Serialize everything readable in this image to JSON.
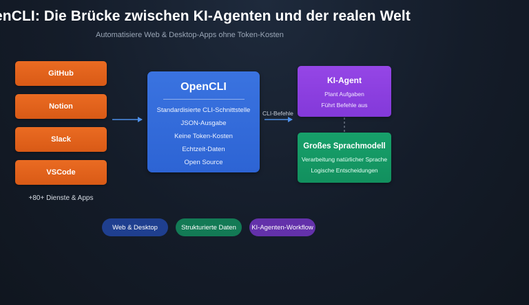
{
  "header": {
    "title": "enCLI: Die Brücke zwischen KI-Agenten und der realen Welt",
    "subtitle": "Automatisiere Web & Desktop-Apps ohne Token-Kosten"
  },
  "services": {
    "items": [
      "GitHub",
      "Notion",
      "Slack",
      "VSCode"
    ],
    "note": "+80+ Dienste & Apps",
    "color": "#e2621c"
  },
  "opencli": {
    "title": "OpenCLI",
    "features": [
      "Standardisierte CLI-Schnittstelle",
      "JSON-Ausgabe",
      "Keine Token-Kosten",
      "Echtzeit-Daten",
      "Open Source"
    ],
    "color": "#3169da"
  },
  "edge": {
    "label": "CLI-Befehle"
  },
  "agent": {
    "title": "KI-Agent",
    "lines": [
      "Plant Aufgaben",
      "Führt Befehle aus"
    ],
    "color": "#8b3fdf"
  },
  "llm": {
    "title": "Großes Sprachmodell",
    "lines": [
      "Verarbeitung natürlicher Sprache",
      "Logische Entscheidungen"
    ],
    "color": "#149865"
  },
  "tags": [
    {
      "label": "Web & Desktop",
      "color": "#1f3f8f"
    },
    {
      "label": "Strukturierte Daten",
      "color": "#137a55"
    },
    {
      "label": "KI-Agenten-Workflow",
      "color": "#6331aa"
    }
  ]
}
